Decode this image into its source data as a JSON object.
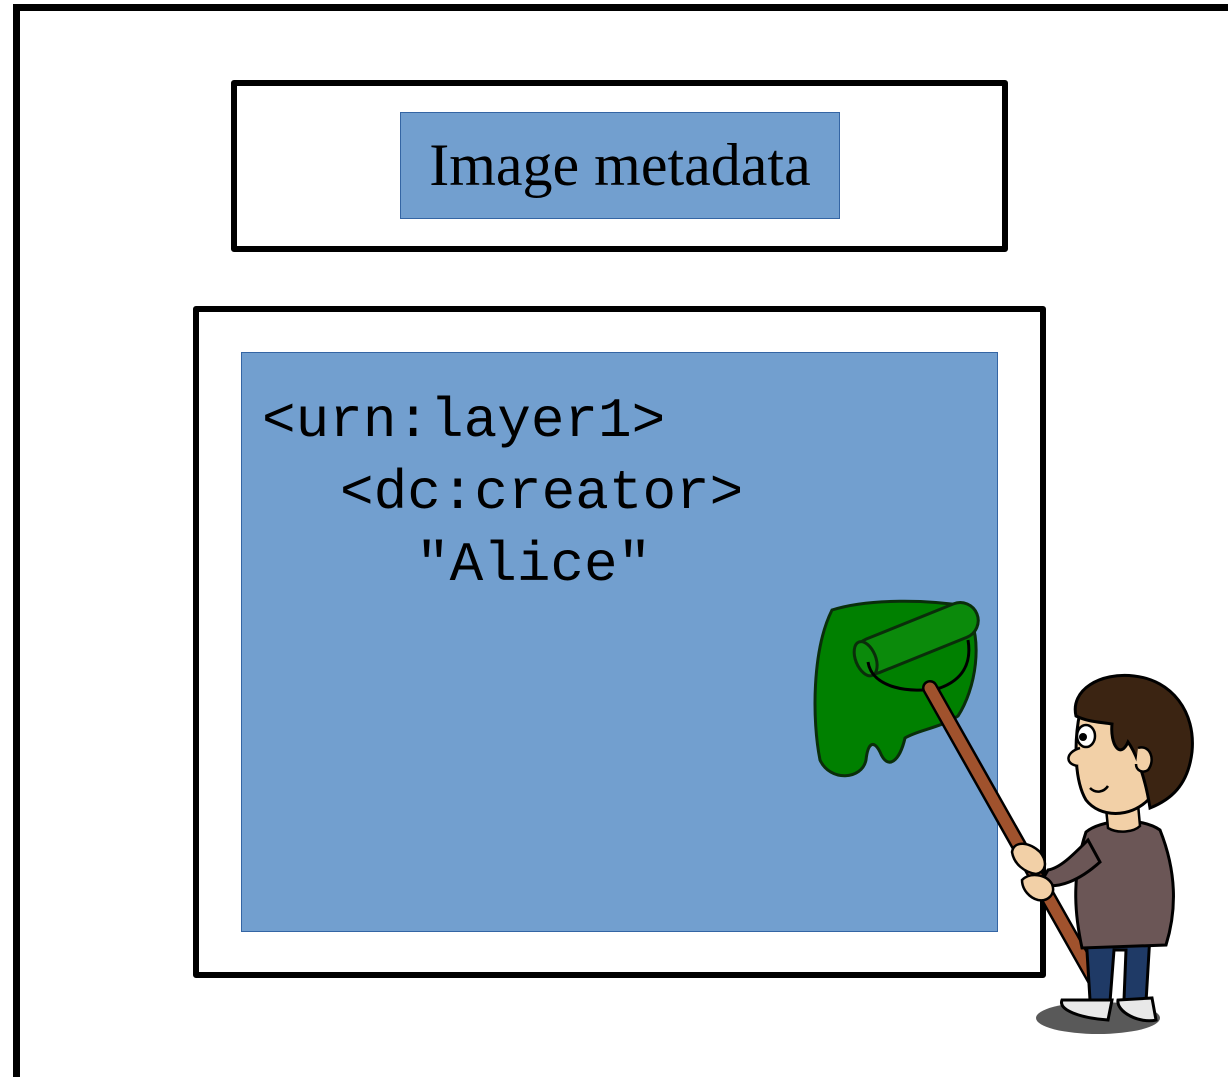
{
  "header": {
    "title": "Image metadata"
  },
  "layer": {
    "code_lines": [
      "<urn:layer1>",
      "<dc:creator>",
      "\"Alice\""
    ]
  },
  "colors": {
    "panel_fill": "#729fcf",
    "panel_border": "#3465a4",
    "paint_green": "#008000",
    "roller_handle": "#a0522d",
    "shirt": "#6b5656",
    "jeans": "#1f3a66",
    "hair": "#3b2412",
    "skin": "#f2d0a7"
  },
  "illustration": {
    "icon": "painter-with-paint-roller-icon"
  }
}
